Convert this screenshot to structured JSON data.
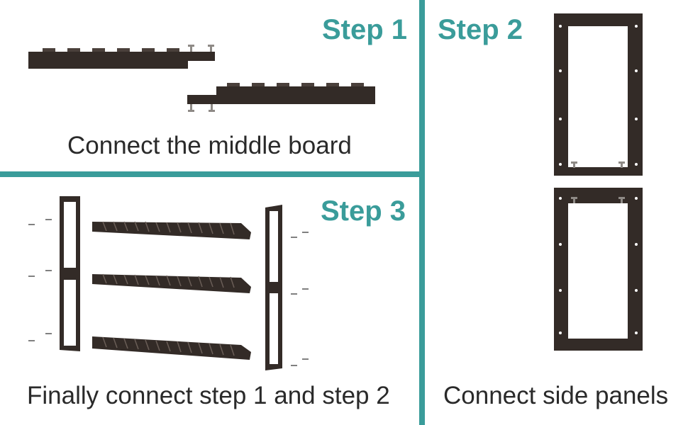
{
  "panels": {
    "step1": {
      "title": "Step 1",
      "caption": "Connect the middle board"
    },
    "step2": {
      "title": "Step 2",
      "caption": "Connect side panels"
    },
    "step3": {
      "title": "Step 3",
      "caption": "Finally connect step 1 and step 2"
    }
  },
  "colors": {
    "accent": "#3a9c9a",
    "wood": "#332b27",
    "text": "#2a2a2a"
  }
}
